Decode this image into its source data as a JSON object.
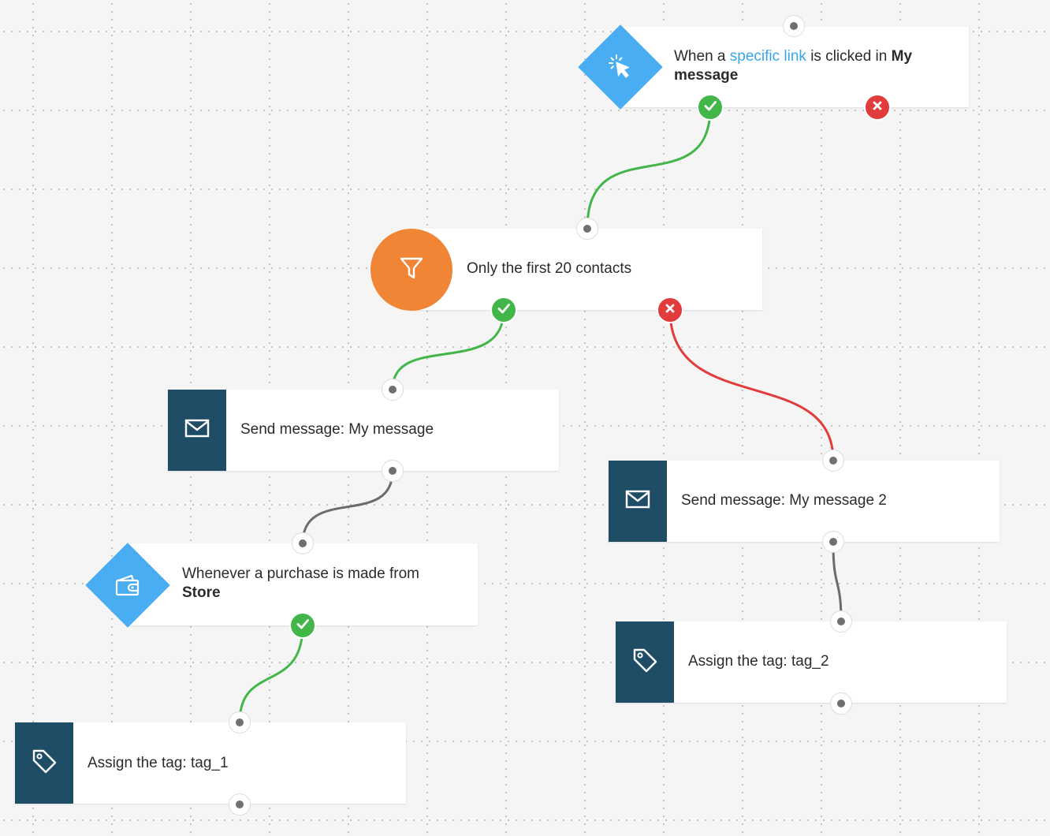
{
  "colors": {
    "canvas_bg": "#f5f5f5",
    "action_icon_bg": "#1f4d66",
    "trigger_diamond": "#49adf2",
    "filter_circle": "#f08635",
    "yes_path": "#43b649",
    "no_path": "#e23b3b",
    "neutral_path": "#6b6b6b",
    "link_text": "#3aa6e8"
  },
  "nodes": {
    "link_clicked": {
      "type": "condition",
      "icon": "cursor-click-icon",
      "text_before": "When a",
      "link_text": "specific link",
      "text_middle": "is clicked in",
      "bold_text": "My message"
    },
    "filter": {
      "type": "filter",
      "icon": "funnel-icon",
      "label": "Only the first 20 contacts"
    },
    "send_message_1": {
      "type": "action",
      "icon": "envelope-icon",
      "label": "Send message: My message"
    },
    "send_message_2": {
      "type": "action",
      "icon": "envelope-icon",
      "label": "Send message: My message 2"
    },
    "purchase": {
      "type": "condition",
      "icon": "wallet-icon",
      "text_before": "Whenever a purchase is made from",
      "bold_text": "Store"
    },
    "tag_1": {
      "type": "action",
      "icon": "tag-icon",
      "label": "Assign the tag: tag_1"
    },
    "tag_2": {
      "type": "action",
      "icon": "tag-icon",
      "label": "Assign the tag: tag_2"
    }
  }
}
